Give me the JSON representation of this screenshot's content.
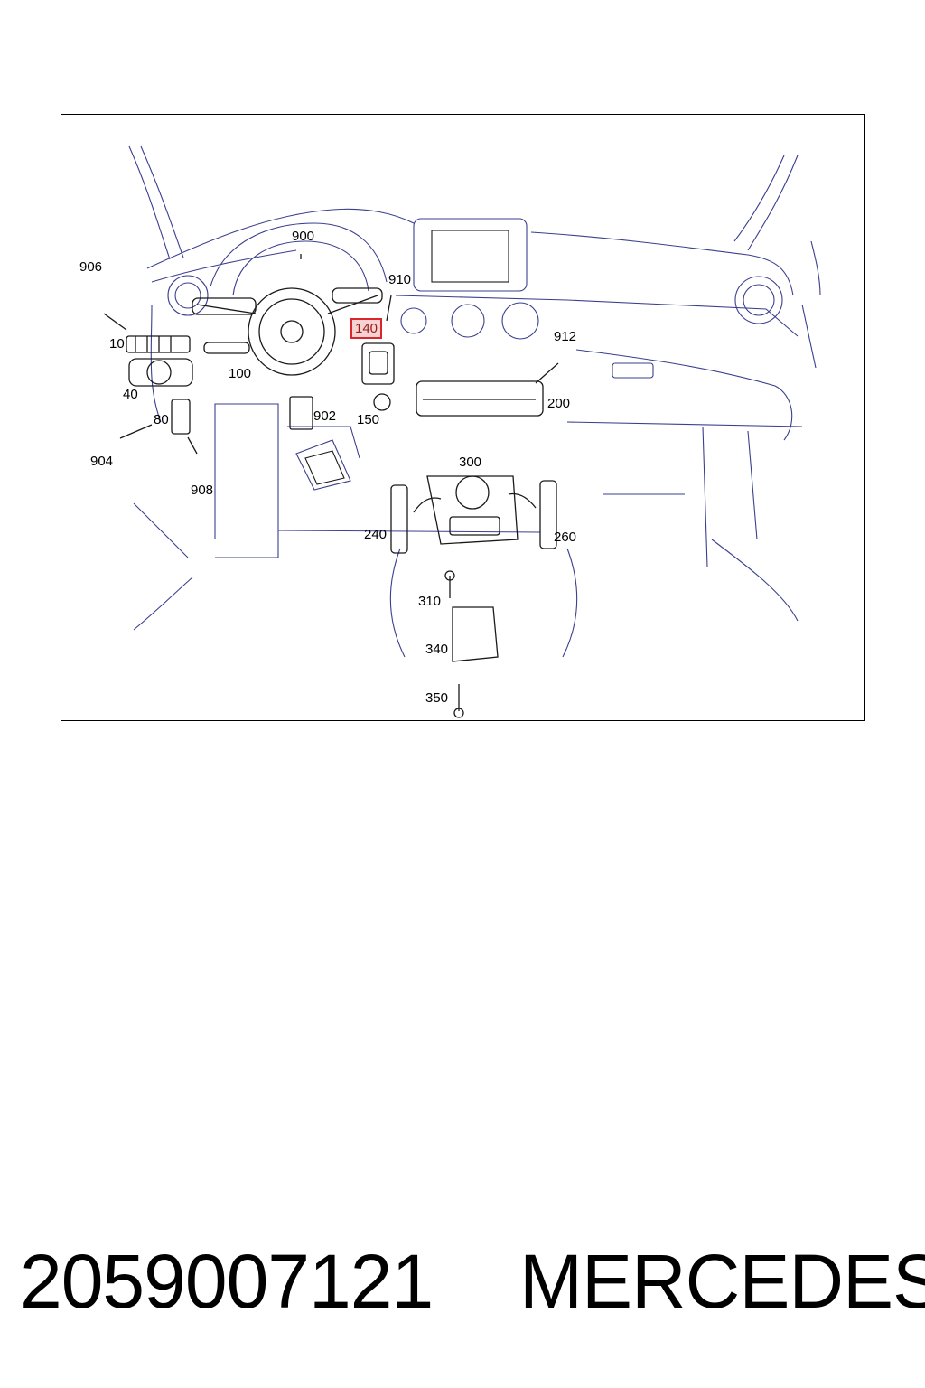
{
  "diagram": {
    "callouts": [
      {
        "id": "900",
        "label": "900"
      },
      {
        "id": "906",
        "label": "906"
      },
      {
        "id": "910",
        "label": "910"
      },
      {
        "id": "140",
        "label": "140",
        "highlighted": true
      },
      {
        "id": "10",
        "label": "10"
      },
      {
        "id": "100",
        "label": "100"
      },
      {
        "id": "912",
        "label": "912"
      },
      {
        "id": "40",
        "label": "40"
      },
      {
        "id": "902",
        "label": "902"
      },
      {
        "id": "150",
        "label": "150"
      },
      {
        "id": "200",
        "label": "200"
      },
      {
        "id": "80",
        "label": "80"
      },
      {
        "id": "904",
        "label": "904"
      },
      {
        "id": "908",
        "label": "908"
      },
      {
        "id": "300",
        "label": "300"
      },
      {
        "id": "240",
        "label": "240"
      },
      {
        "id": "260",
        "label": "260"
      },
      {
        "id": "310",
        "label": "310"
      },
      {
        "id": "340",
        "label": "340"
      },
      {
        "id": "350",
        "label": "350"
      }
    ],
    "colors": {
      "outline": "#3a3f8f",
      "parts": "#1a1a1a",
      "highlight_border": "#d8262a",
      "highlight_fill": "#f6d2d2"
    }
  },
  "footer": {
    "part_number": "2059007121",
    "brand": "MERCEDES"
  }
}
